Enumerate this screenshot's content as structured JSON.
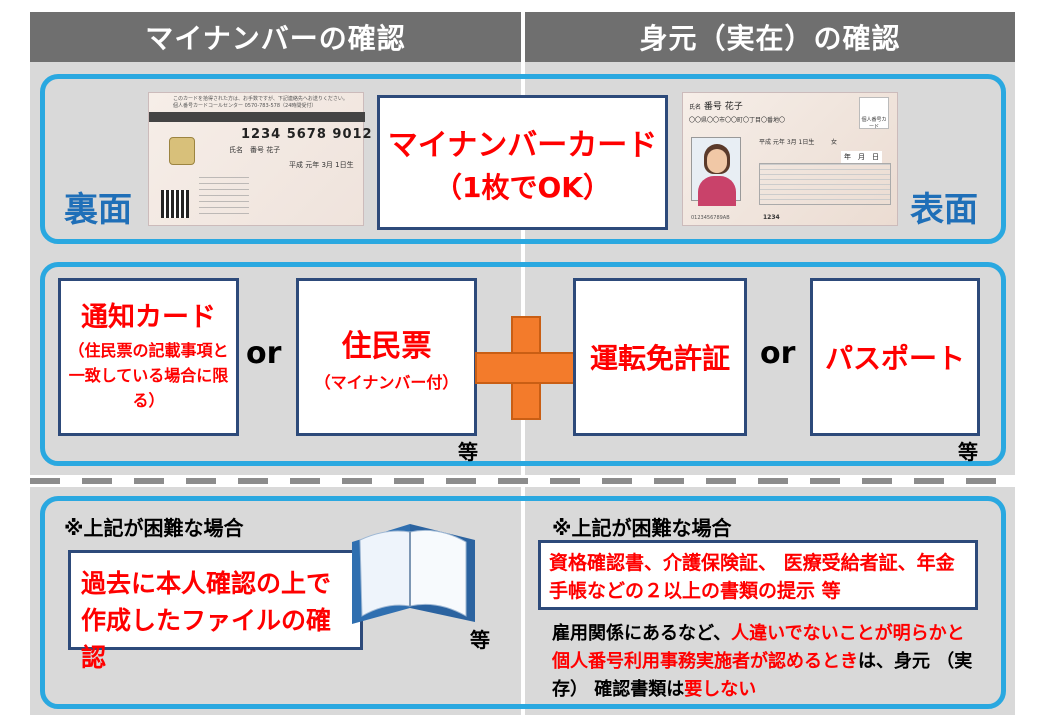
{
  "headers": {
    "left": "マイナンバーの確認",
    "right": "身元（実在）の確認"
  },
  "top_panel": {
    "back_label": "裏面",
    "front_label": "表面",
    "card_title": "マイナンバーカード",
    "card_sub": "（1枚でOK）",
    "back_card": {
      "notice_line1": "このカードを拾得された方は、お手数ですが、下記連絡先へお送りください。",
      "notice_line2": "個人番号カードコールセンター 0570-783-578（24時間受付）",
      "number": "1234 5678 9012",
      "name_label": "氏名",
      "name": "番号 花子",
      "birth": "平成 元年 3月 1日生"
    },
    "front_card": {
      "name_label": "氏名",
      "name": "番号 花子",
      "address": "〇〇県〇〇市〇〇町〇丁目〇番地〇",
      "birth": "平成 元年 3月 1日生",
      "sex": "女",
      "expiry": "年　月　日",
      "badge": "個人番号カード",
      "serial": "0123456789AB",
      "code": "1234"
    }
  },
  "middle_panel": {
    "notice_card_title": "通知カード",
    "notice_card_note": "（住民票の記載事項と一致している場合に限る）",
    "or1": "or",
    "resident_title": "住民票",
    "resident_sub": "（マイナンバー付）",
    "etc1": "等",
    "license": "運転免許証",
    "or2": "or",
    "passport": "パスポート",
    "etc2": "等"
  },
  "bottom_panel": {
    "left_note": "※上記が困難な場合",
    "left_box": "過去に本人確認の上で作成したファイルの確認",
    "etc3": "等",
    "right_note": "※上記が困難な場合",
    "right_box": "資格確認書、介護保険証、 医療受給者証、年金手帳などの２以上の書類の提示 等",
    "para_a": "雇用関係にあるなど、",
    "para_b": "人違いでないことが明らかと個人番号利用事務実施者が認めるとき",
    "para_c": "は、身元 （実存） 確認書類は",
    "para_d": "要しない"
  }
}
